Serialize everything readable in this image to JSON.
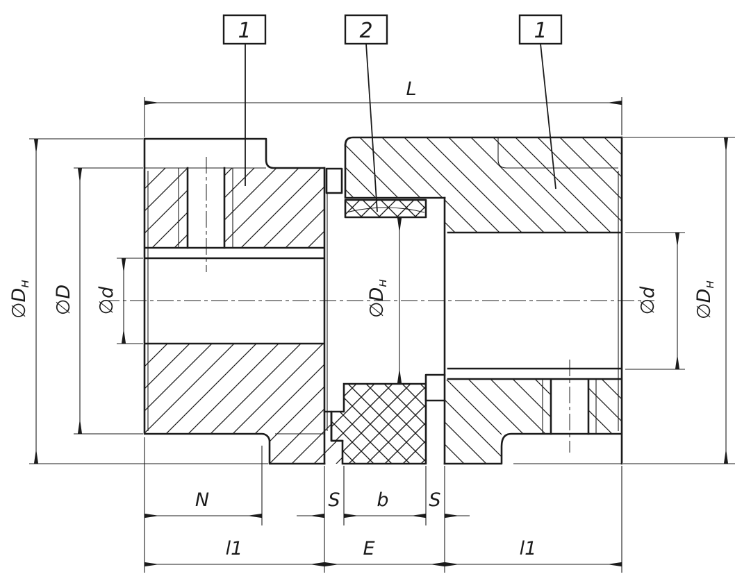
{
  "callouts": {
    "left": {
      "number": "1"
    },
    "center": {
      "number": "2"
    },
    "right": {
      "number": "1"
    }
  },
  "dimensions": {
    "overall_length": {
      "label": "L"
    },
    "outer_diameter_left": {
      "symbol": "∅D",
      "subscript": "н"
    },
    "flange_diameter_left": {
      "symbol": "∅D",
      "subscript": ""
    },
    "bore_diameter_left": {
      "symbol": "∅d",
      "subscript": ""
    },
    "element_outer_diameter": {
      "symbol": "∅D",
      "subscript": "н"
    },
    "bore_diameter_right": {
      "symbol": "∅d",
      "subscript": ""
    },
    "outer_diameter_right": {
      "symbol": "∅D",
      "subscript": "н"
    },
    "hub_length": {
      "label": "N"
    },
    "gap_left": {
      "label": "S"
    },
    "element_width": {
      "label": "b"
    },
    "gap_right": {
      "label": "S"
    },
    "center_distance": {
      "label": "E"
    },
    "half_coupling_length_left": {
      "label": "l1"
    },
    "half_coupling_length_right": {
      "label": "l1"
    }
  },
  "colors": {
    "ink": "#1b1b1b",
    "paper": "#ffffff"
  }
}
